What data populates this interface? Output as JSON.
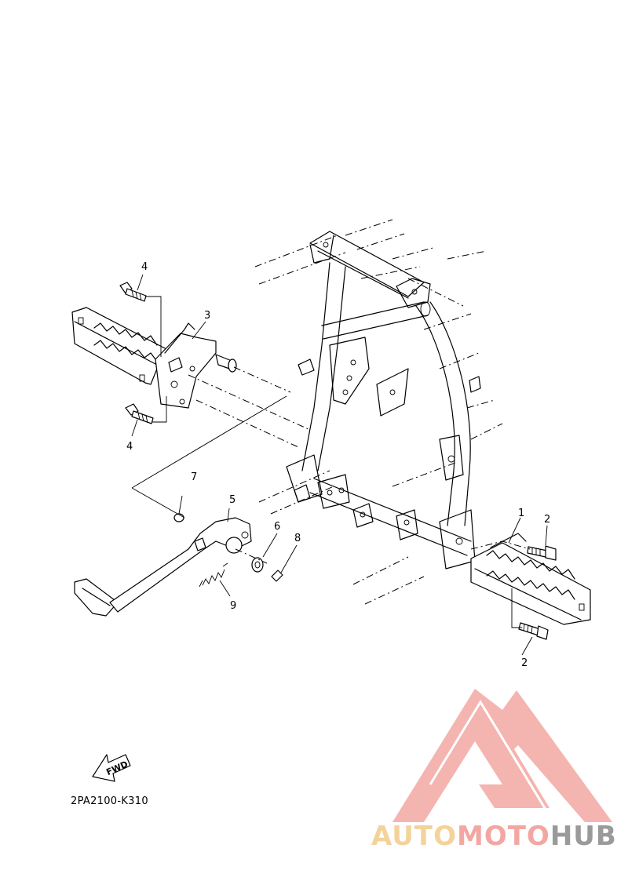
{
  "diagram": {
    "part_code": "2PA2100-K310",
    "fwd_label": "FWD",
    "callouts": {
      "c1": "1",
      "c2a": "2",
      "c2b": "2",
      "c3": "3",
      "c4a": "4",
      "c4b": "4",
      "c5": "5",
      "c6": "6",
      "c7": "7",
      "c8": "8",
      "c9": "9"
    }
  },
  "watermark": {
    "word_auto": "AUTO",
    "word_moto": "MOTO",
    "word_hub": "HUB",
    "colors": {
      "auto": "#f4d39b",
      "moto": "#f3a7a3",
      "hub": "#9a9a9a",
      "logo": "#f3a7a3"
    }
  }
}
